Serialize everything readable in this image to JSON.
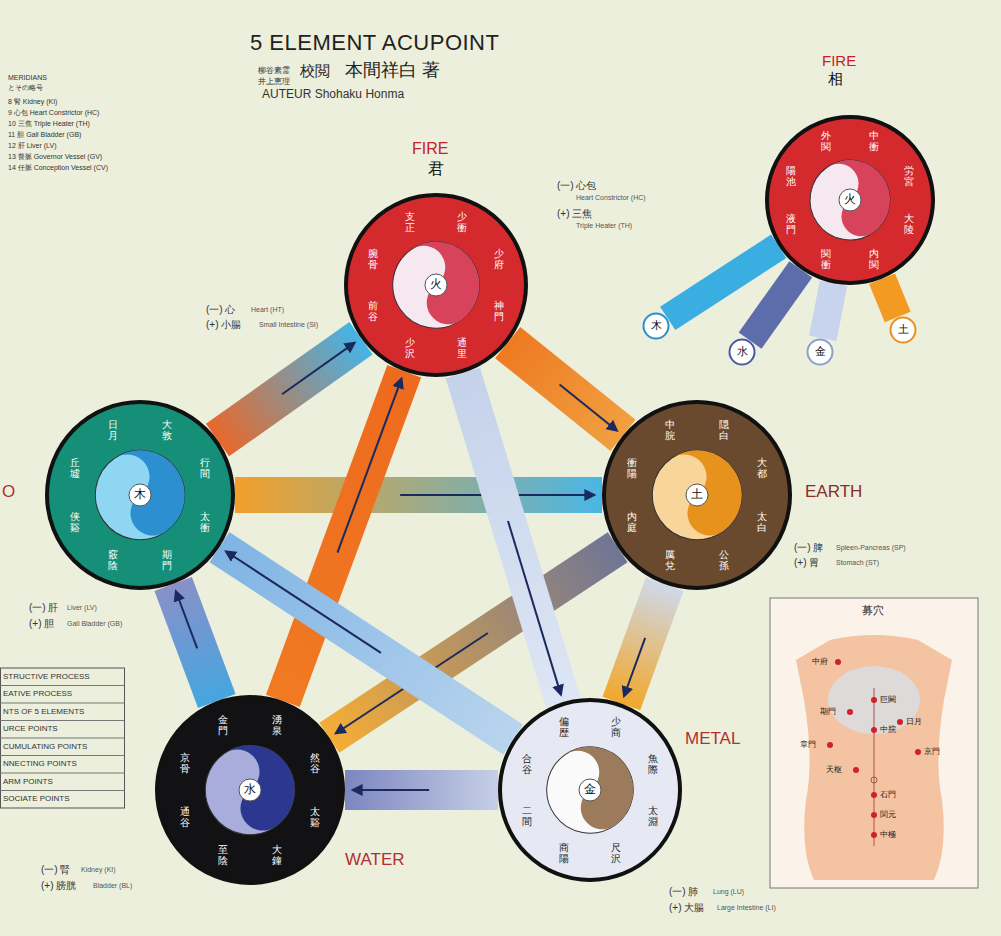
{
  "diagram": {
    "title": "5 ELEMENT ACUPOINT",
    "nodes": [
      {
        "text": [
          "火",
          "少衝",
          "少府",
          "神門",
          "通里",
          "少沢",
          "前谷",
          "腕骨",
          "支正"
        ]
      },
      {
        "text": [
          "火",
          "中衝",
          "労宮",
          "大陵",
          "内関",
          "関衝",
          "液門",
          "陽池",
          "外関"
        ]
      },
      {
        "text": [
          "木"
        ]
      },
      {
        "text": [
          "水"
        ]
      },
      {
        "text": [
          "金"
        ]
      },
      {
        "text": [
          "土"
        ]
      },
      {
        "text": [
          "木",
          "大敦",
          "行間",
          "太衝",
          "期門",
          "竅陰",
          "侠谿",
          "丘墟",
          "日月"
        ]
      },
      {
        "text": [
          "土",
          "隠白",
          "大都",
          "太白",
          "公孫",
          "厲兌",
          "内庭",
          "衝陽",
          "中脘"
        ]
      },
      {
        "text": [
          "水",
          "湧泉",
          "然谷",
          "太谿",
          "大鐘",
          "至陰",
          "通谷",
          "京骨",
          "金門"
        ]
      },
      {
        "text": [
          "金",
          "少商",
          "魚際",
          "太淵",
          "尺沢",
          "商陽",
          "二間",
          "合谷",
          "偏歴"
        ]
      }
    ],
    "edges": [
      {
        "from": 6,
        "to": 0,
        "arrow": "to"
      },
      {
        "from": 0,
        "to": 7,
        "arrow": "to"
      },
      {
        "from": 7,
        "to": 9,
        "arrow": "to"
      },
      {
        "from": 9,
        "to": 8,
        "arrow": "to"
      },
      {
        "from": 8,
        "to": 6,
        "arrow": "to"
      },
      {
        "from": 6,
        "to": 7,
        "arrow": "to"
      },
      {
        "from": 7,
        "to": 8,
        "arrow": "to"
      },
      {
        "from": 8,
        "to": 0,
        "arrow": "to"
      },
      {
        "from": 0,
        "to": 9,
        "arrow": "to"
      },
      {
        "from": 9,
        "to": 6,
        "arrow": "to"
      },
      {
        "from": 1,
        "to": 2,
        "arrow": "none"
      },
      {
        "from": 1,
        "to": 3,
        "arrow": "none"
      },
      {
        "from": 1,
        "to": 4,
        "arrow": "none"
      },
      {
        "from": 1,
        "to": 5,
        "arrow": "none"
      }
    ],
    "labels": [
      "柳谷素霊",
      "井上恵理",
      "校閲",
      "本間祥白 著",
      "AUTEUR Shohaku Honma",
      "MERIDIANS",
      "とその略号",
      "8 腎 Kidney (KI)",
      "9 心包 Heart Constrictor (HC)",
      "10 三焦 Triple Heater (TH)",
      "11 胆 Gall Bladder (GB)",
      "12 肝 Liver (LV)",
      "13 督脈 Governor Vessel (GV)",
      "14 任脈 Conception Vessel (CV)",
      "FIRE",
      "君",
      "FIRE",
      "相",
      "EARTH",
      "METAL",
      "WATER",
      "O",
      "(一) 心",
      "Heart (HT)",
      "(+) 小腸",
      "Small Intestine (SI)",
      "(一) 心包",
      "Heart Constrictor (HC)",
      "(+) 三焦",
      "Triple Heater (TH)",
      "(一) 脾",
      "Spleen-Pancreas (SP)",
      "(+) 胃",
      "Stomach (ST)",
      "(一) 肺",
      "Lung (LU)",
      "(+) 大腸",
      "Large Intestine (LI)",
      "(一) 腎",
      "Kidney (KI)",
      "(+) 膀胱",
      "Bladder (BL)",
      "(一) 肝",
      "Liver (LV)",
      "(+) 胆",
      "Gall Bladder (GB)",
      "募穴",
      "中府",
      "巨闕",
      "期門",
      "日月",
      "章門",
      "京門",
      "中脘",
      "天枢",
      "石門",
      "関元",
      "中極"
    ],
    "legend": [
      {
        "text": "STRUCTIVE PROCESS"
      },
      {
        "text": "EATIVE PROCESS"
      },
      {
        "text": "NTS OF 5 ELEMENTS"
      },
      {
        "text": "URCE POINTS"
      },
      {
        "text": "CUMULATING POINTS"
      },
      {
        "text": "NNECTING POINTS"
      },
      {
        "text": "ARM POINTS"
      },
      {
        "text": "SOCIATE POINTS"
      }
    ]
  }
}
